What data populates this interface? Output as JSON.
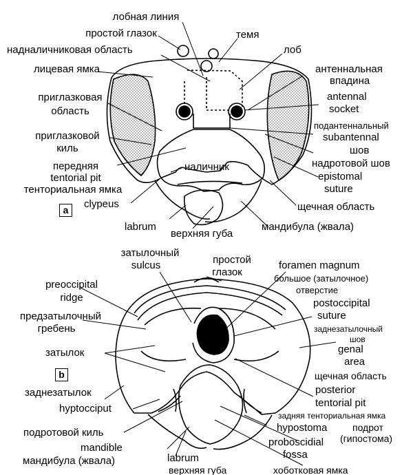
{
  "panel_a": {
    "marker": "a",
    "labels": {
      "frontal_line": "лобная линия",
      "ocellus": "простой глазок",
      "vertex": "темя",
      "supraclypeal_area": "надналичниковая область",
      "frons": "лоб",
      "facial_fovea": "лицевая ямка",
      "antennal_fossa_ru_1": "антеннальная",
      "antennal_fossa_ru_2": "впадина",
      "antennal_socket_1": "antennal",
      "antennal_socket_2": "socket",
      "paraocular_area_1": "приглазковая",
      "paraocular_area_2": "область",
      "subantennal_ru": "подантеннальный",
      "subantennal_1": "subantennal",
      "subantennal_2": "шов",
      "paraocular_carina_1": "приглазковой",
      "paraocular_carina_2": "киль",
      "epistomal_ru": "надротовой шов",
      "anterior_tentorial_ru_1": "передняя",
      "anterior_tentorial_en": "tentorial pit",
      "anterior_tentorial_ru_2": "тенториальная ямка",
      "clypeus_ru": "наличник",
      "clypeus_en": "clypeus",
      "epistomal_en_1": "epistomal",
      "epistomal_en_2": "suture",
      "malar_area": "щечная область",
      "labrum_en": "labrum",
      "labrum_ru": "верхняя губа",
      "mandible_ru": "мандибула (жвала)"
    }
  },
  "panel_b": {
    "marker": "b",
    "labels": {
      "occipital_sulcus_1": "затылочный",
      "occipital_sulcus_2": "sulcus",
      "ocellus_1": "простой",
      "ocellus_2": "глазок",
      "foramen_en": "foramen magnum",
      "foramen_ru_1": "большое (затылочное)",
      "foramen_ru_2": "отверстие",
      "preoccipital_1": "preoccipital",
      "preoccipital_2": "ridge",
      "postoccipital_1": "postoccipital",
      "postoccipital_2": "suture",
      "preoccipital_ru_1": "предзатылочный",
      "preoccipital_ru_2": "гребень",
      "postoccipital_ru_1": "заднезатылочный",
      "postoccipital_ru_2": "шов",
      "occiput": "затылок",
      "genal_1": "genal",
      "genal_2": "area",
      "genal_ru": "щечная область",
      "hypocciput_ru": "заднезатылок",
      "hypocciput_en": "hyptocciput",
      "posterior_1": "posterior",
      "posterior_2": "tentorial  pit",
      "posterior_ru": "задняя тенториальная ямка",
      "hypostomal_carina_ru": "подротовой киль",
      "hypostoma_en": "hypostoma",
      "hypostoma_ru_1": "подрот",
      "hypostoma_ru_2": "(гипостома)",
      "mandible_en": "mandible",
      "proboscidial_1": "proboscidial",
      "proboscidial_2": "fossa",
      "mandible_ru": "мандибула (жвала)",
      "labrum_en": "labrum",
      "labrum_ru": "верхняя губа",
      "proboscidial_ru": "хоботковая ямка"
    }
  }
}
